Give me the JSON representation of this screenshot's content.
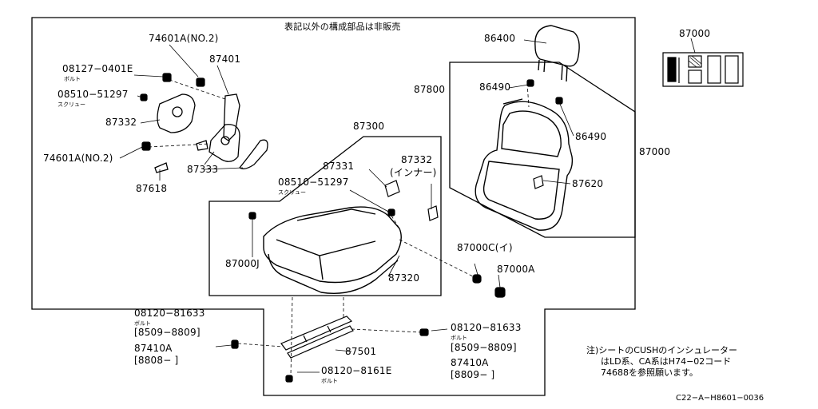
{
  "header_note": "表記以外の構成部品は非販売",
  "labels": {
    "p74601A_top": "74601A(NO.2)",
    "p87401": "87401",
    "p08127": "08127−0401E",
    "p08127_sub": "ボルト",
    "p08510_top": "08510−51297",
    "p08510_top_sub": "スクリュー",
    "p87332_left": "87332",
    "p74601A_left": "74601A(NO.2)",
    "p87333": "87333",
    "p87618": "87618",
    "p87300": "87300",
    "p87331": "87331",
    "p87332_inner": "87332",
    "p87332_inner_paren": "(インナー)",
    "p08510_mid": "08510−51297",
    "p08510_mid_sub": "スクリュー",
    "p87000J": "87000J",
    "p87320": "87320",
    "p86400": "86400",
    "p87800": "87800",
    "p86490_a": "86490",
    "p86490_b": "86490",
    "p87620": "87620",
    "p87000_right": "87000",
    "p87000C": "87000C(イ)",
    "p87000A": "87000A",
    "p87000_inset": "87000",
    "p08120_left": "08120−81633",
    "p08120_left_sub": "ボルト",
    "p08120_left_date": "[8509−8809]",
    "p87410A_left": "87410A",
    "p87410A_left_date": "[8808−    ]",
    "p87501": "87501",
    "p08120_8161E": "08120−8161E",
    "p08120_8161E_sub": "ボルト",
    "p08120_right": "08120−81633",
    "p08120_right_sub": "ボルト",
    "p08120_right_date": "[8509−8809]",
    "p87410A_right": "87410A",
    "p87410A_right_date": "[8809−    ]"
  },
  "note": {
    "line1": "注)シートのCUSHのインシュレーター",
    "line2": "はLD系、CA系はH74−02コード",
    "line3": "74688を参照願います。"
  },
  "figure_code": "C22−A−H8601−0036"
}
